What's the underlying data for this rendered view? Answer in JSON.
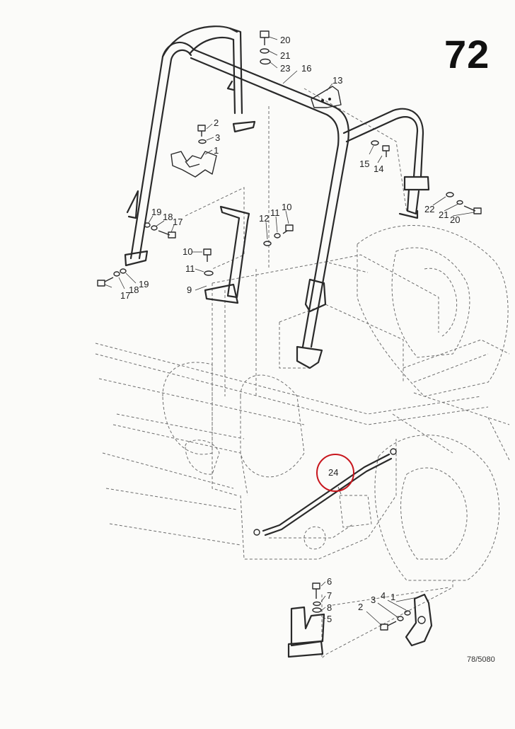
{
  "page": {
    "number": "72",
    "drawing_ref": "78/5080"
  },
  "highlight": {
    "label": "24",
    "color": "#c8161d"
  },
  "labels": {
    "rops_top_bolt": "20",
    "rops_top_washer": "21",
    "rops_top_spacer": "23",
    "rops_bar": "16",
    "rops_plate": "13",
    "bracket_bolt": "2",
    "bracket_washer": "3",
    "bracket": "1",
    "right_washer": "15",
    "right_bolt": "14",
    "rear_spacer": "22",
    "rear_washer": "21",
    "rear_bolt": "20",
    "left_upper_washer_a": "19",
    "left_upper_washer_b": "18",
    "left_upper_bolt": "17",
    "left_lower_bolt": "17",
    "left_lower_washer_a": "18",
    "left_lower_washer_b": "19",
    "mid_washer": "12",
    "mid_spacer": "11",
    "mid_bolt": "10",
    "strut_bolt": "10",
    "strut_washer": "11",
    "strut": "9",
    "base_bolt": "6",
    "base_washer": "7",
    "base_spacer": "8",
    "base_bracket": "5",
    "clamp_bracket": "1",
    "clamp_washer_a": "4",
    "clamp_washer_b": "3",
    "clamp_bolt": "2"
  }
}
